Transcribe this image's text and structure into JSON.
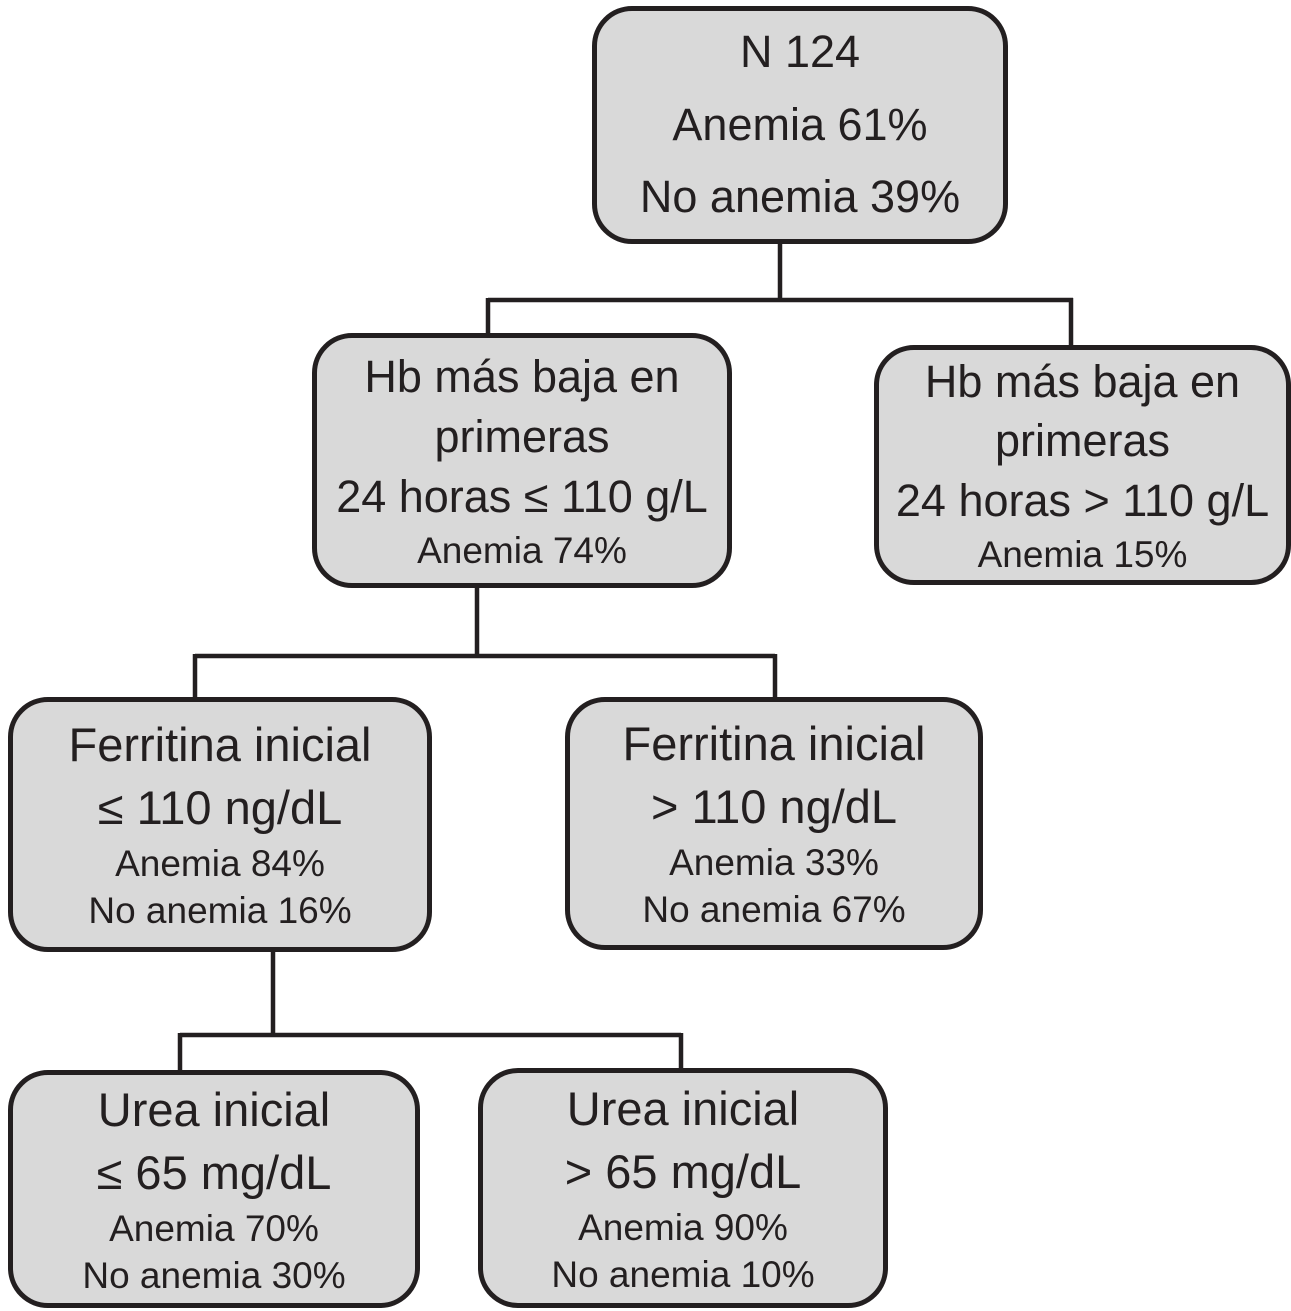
{
  "diagram": {
    "type": "decision-tree",
    "language": "es",
    "box_fill_color": "#d9d9d9",
    "line_color": "#231f20",
    "nodes": {
      "root": {
        "main": [
          "N 124",
          "Anemia 61%",
          "No anemia 39%"
        ],
        "stats": []
      },
      "hb_low": {
        "main": [
          "Hb más baja en",
          "primeras",
          "24 horas ≤ 110 g/L"
        ],
        "stats": [
          "Anemia 74%"
        ]
      },
      "hb_high": {
        "main": [
          "Hb más baja en",
          "primeras",
          "24 horas > 110 g/L"
        ],
        "stats": [
          "Anemia 15%"
        ]
      },
      "ferritin_low": {
        "main": [
          "Ferritina inicial",
          "≤ 110 ng/dL"
        ],
        "stats": [
          "Anemia 84%",
          "No anemia 16%"
        ]
      },
      "ferritin_high": {
        "main": [
          "Ferritina inicial",
          "> 110 ng/dL"
        ],
        "stats": [
          "Anemia 33%",
          "No anemia 67%"
        ]
      },
      "urea_low": {
        "main": [
          "Urea inicial",
          "≤ 65 mg/dL"
        ],
        "stats": [
          "Anemia 70%",
          "No anemia 30%"
        ]
      },
      "urea_high": {
        "main": [
          "Urea inicial",
          "> 65 mg/dL"
        ],
        "stats": [
          "Anemia 90%",
          "No anemia 10%"
        ]
      }
    },
    "edges": [
      {
        "from": "root",
        "to": "hb_low"
      },
      {
        "from": "root",
        "to": "hb_high"
      },
      {
        "from": "hb_low",
        "to": "ferritin_low"
      },
      {
        "from": "hb_low",
        "to": "ferritin_high"
      },
      {
        "from": "ferritin_low",
        "to": "urea_low"
      },
      {
        "from": "ferritin_low",
        "to": "urea_high"
      }
    ]
  }
}
